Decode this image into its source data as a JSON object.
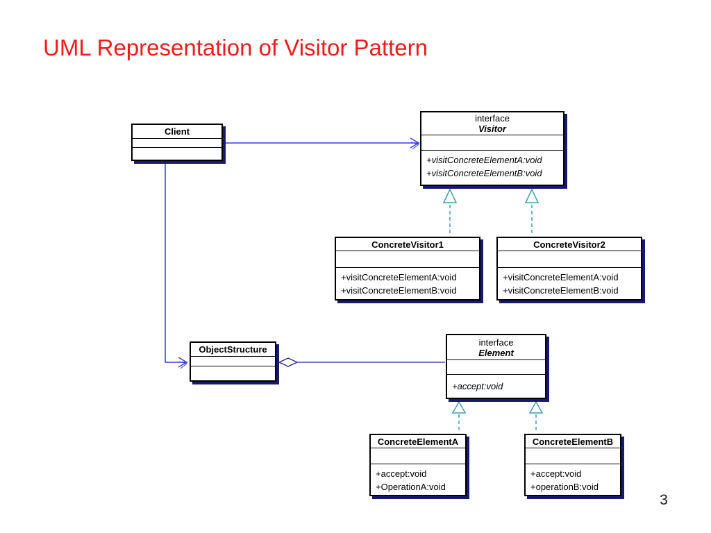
{
  "slide": {
    "title": "UML Representation of Visitor Pattern",
    "page_number": "3"
  },
  "classes": {
    "client": {
      "name": "Client"
    },
    "visitor": {
      "stereotype": "interface",
      "name": "Visitor",
      "methods": [
        "+visitConcreteElementA:void",
        "+visitConcreteElementB:void"
      ]
    },
    "concrete_visitor_1": {
      "name": "ConcreteVisitor1",
      "methods": [
        "+visitConcreteElementA:void",
        "+visitConcreteElementB:void"
      ]
    },
    "concrete_visitor_2": {
      "name": "ConcreteVisitor2",
      "methods": [
        "+visitConcreteElementA:void",
        "+visitConcreteElementB:void"
      ]
    },
    "object_structure": {
      "name": "ObjectStructure"
    },
    "element": {
      "stereotype": "interface",
      "name": "Element",
      "methods": [
        "+accept:void"
      ]
    },
    "concrete_element_a": {
      "name": "ConcreteElementA",
      "methods": [
        "+accept:void",
        "+OperationA:void"
      ]
    },
    "concrete_element_b": {
      "name": "ConcreteElementB",
      "methods": [
        "+accept:void",
        "+operationB:void"
      ]
    }
  },
  "colors": {
    "title_red": "#ee1c1c",
    "association_blue": "#3a3ae0",
    "aggregation_navy": "#23238c",
    "realization_teal": "#3f9f9f",
    "shadow_navy": "#191970"
  }
}
